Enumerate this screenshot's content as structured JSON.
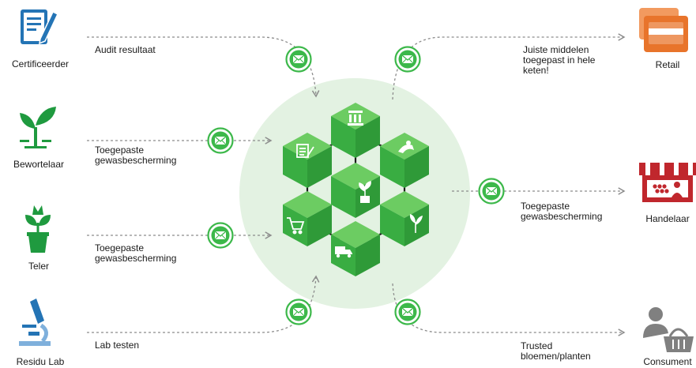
{
  "actors": {
    "certificeerder": "Certificeerder",
    "bewortelaar": "Bewortelaar",
    "teler": "Teler",
    "residu_lab": "Residu Lab",
    "retail": "Retail",
    "handelaar": "Handelaar",
    "consument": "Consument"
  },
  "flows": {
    "audit": "Audit resultaat",
    "bewortelaar_msg": "Toegepaste\ngewasbescherming",
    "teler_msg": "Toegepaste\ngewasbescherming",
    "lab": "Lab testen",
    "retail_msg": "Juiste middelen\ntoegepast in hele\nketen!",
    "handelaar_msg": "Toegepaste\ngewasbescherming",
    "consument_msg": "Trusted\nbloemen/planten"
  },
  "colors": {
    "actor_blue": "#2474b5",
    "actor_green": "#1f9a3f",
    "retail_orange": "#e8742b",
    "handelaar_red": "#c0272d",
    "consumer_gray": "#808080",
    "cube_green": "#3cb84a",
    "circle_bg": "#e3f2e2",
    "envelope_green": "#3cb84a",
    "arrow_gray": "#8c8c8c"
  }
}
